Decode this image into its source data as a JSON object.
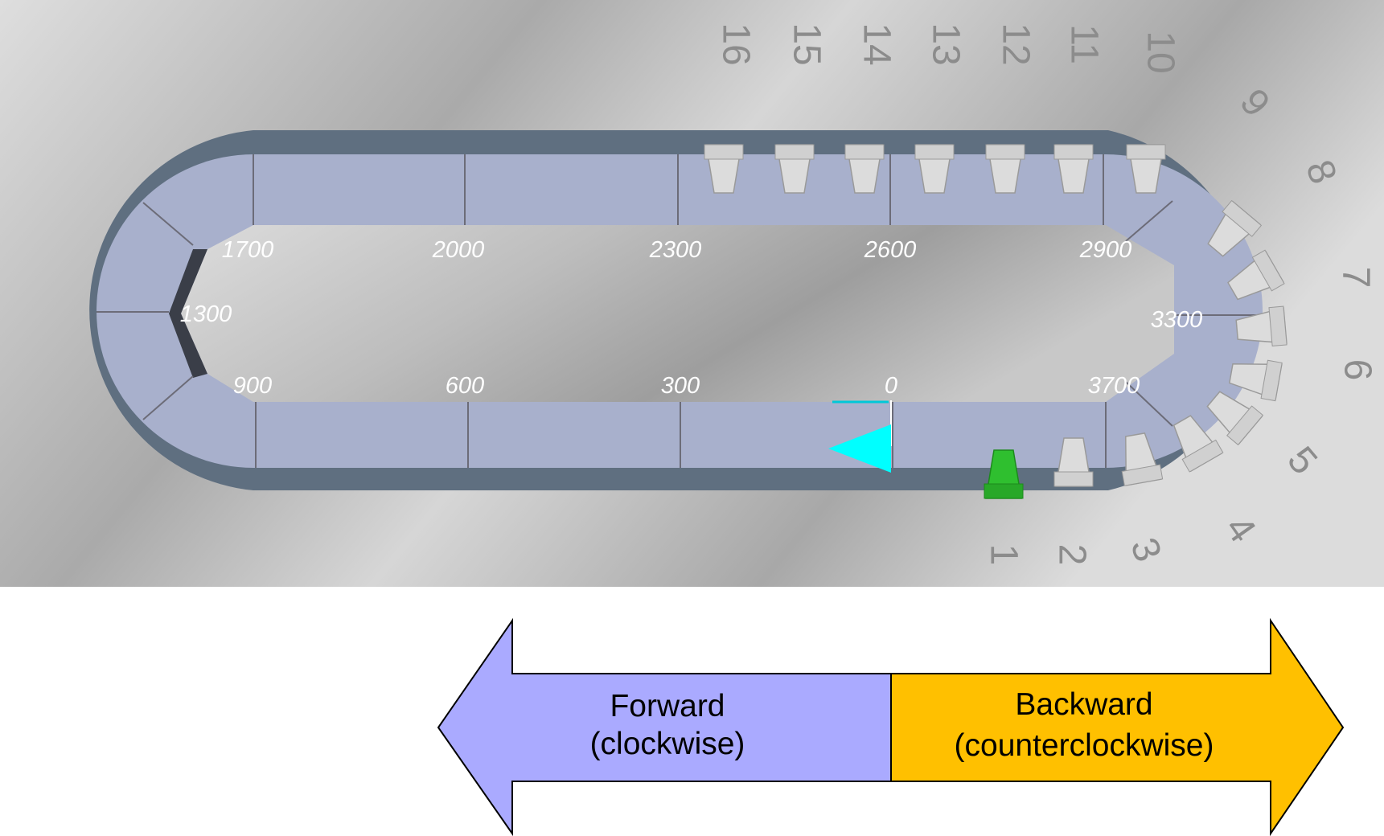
{
  "track": {
    "position_labels": [
      {
        "id": "p0",
        "text": "0"
      },
      {
        "id": "p300",
        "text": "300"
      },
      {
        "id": "p600",
        "text": "600"
      },
      {
        "id": "p900",
        "text": "900"
      },
      {
        "id": "p1300",
        "text": "1300"
      },
      {
        "id": "p1700",
        "text": "1700"
      },
      {
        "id": "p2000",
        "text": "2000"
      },
      {
        "id": "p2300",
        "text": "2300"
      },
      {
        "id": "p2600",
        "text": "2600"
      },
      {
        "id": "p2900",
        "text": "2900"
      },
      {
        "id": "p3300",
        "text": "3300"
      },
      {
        "id": "p3700",
        "text": "3700"
      }
    ],
    "movers": [
      "1",
      "2",
      "3",
      "4",
      "5",
      "6",
      "7",
      "8",
      "9",
      "10",
      "11",
      "12",
      "13",
      "14",
      "15",
      "16"
    ],
    "highlighted_mover": "1",
    "colors": {
      "rail": "#5f6f80",
      "segment": "#a8b0cc",
      "mover": "#dcdcdc",
      "highlighted_mover": "#2fbf2f",
      "origin_marker": "#00ffff"
    }
  },
  "legend": {
    "forward_line1": "Forward",
    "forward_line2": "(clockwise)",
    "backward_line1": "Backward",
    "backward_line2": "(counterclockwise)",
    "forward_color": "#aaaaff",
    "backward_color": "#ffc000"
  }
}
